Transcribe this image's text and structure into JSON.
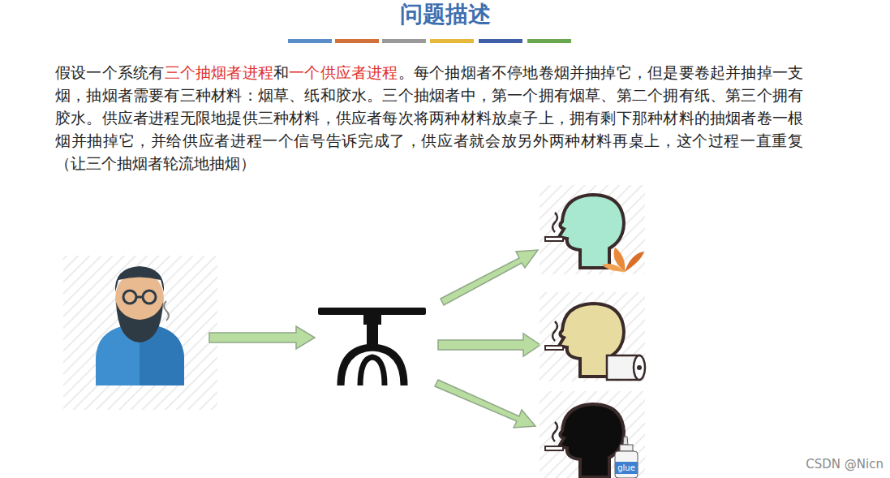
{
  "diagram": {
    "title": "问题描述",
    "labels": [
      "假设一个系统有",
      "三个抽烟者进程",
      "和",
      "一个供应者进程",
      "。每个抽烟者不停地卷烟并抽掉它，但是要卷起并抽掉一支烟，抽烟者需要有三种材料：烟草、纸和胶水。三个抽烟者中，第一个拥有烟草、第二个拥有纸、第三个拥有胶水。供应者进程无限地提供三种材料，供应者每次将两种材料放桌子上，拥有剩下那种材料的抽烟者卷一根烟并抽掉它，并给供应者进程一个信号告诉完成了，供应者就会放另外两种材料再桌上，这个过程一直重复（让三个抽烟者轮流地抽烟）",
      "glue",
      "CSDN @Nicn"
    ]
  }
}
